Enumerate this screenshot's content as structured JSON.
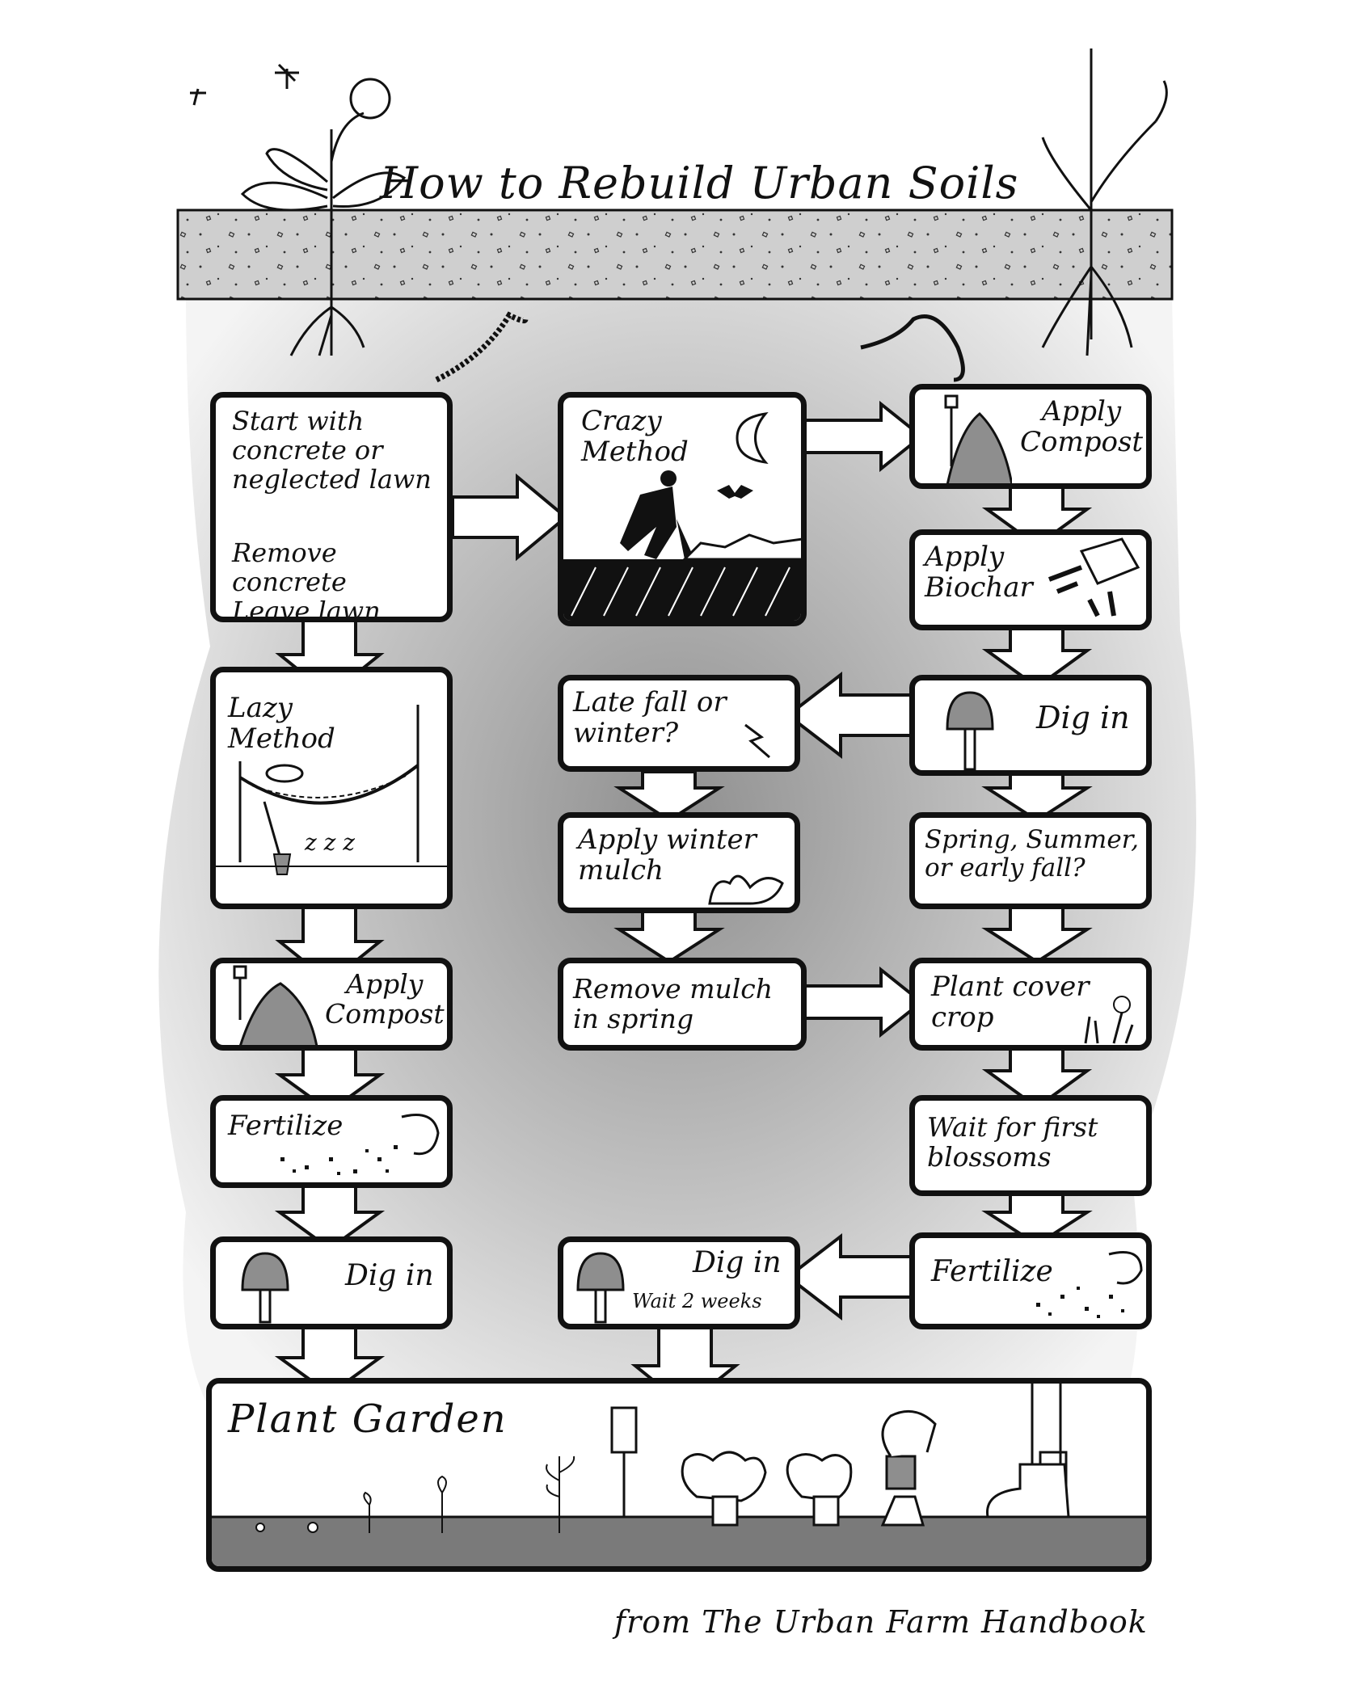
{
  "title": "How to Rebuild  Urban Soils",
  "credit": "from  The Urban Farm Handbook",
  "steps": {
    "start": "Start with\nconcrete or\nneglected lawn",
    "start_actions": "Remove concrete\nLeave lawn",
    "crazy": "Crazy\nMethod",
    "lazy": "Lazy\nMethod",
    "lazy_snore": "z z z",
    "apply_compost_right": "Apply\nCompost",
    "apply_biochar": "Apply\nBiochar",
    "dig_in_right": "Dig in",
    "late_fall": "Late fall or\nwinter?",
    "apply_winter_mulch": "Apply winter\nmulch",
    "remove_mulch": "Remove mulch\nin spring",
    "spring_summer": "Spring, Summer,\nor early fall?",
    "plant_cover_crop": "Plant cover\ncrop",
    "wait_blossoms": "Wait for first\nblossoms",
    "fertilize_right": "Fertilize",
    "dig_in_middle": "Dig in",
    "wait_two_weeks": "Wait 2 weeks",
    "apply_compost_left": "Apply\nCompost",
    "fertilize_left": "Fertilize",
    "dig_in_left": "Dig in",
    "plant_garden": "Plant Garden"
  },
  "icons": [
    "dandelion-plant-icon",
    "grass-plant-icon",
    "worm-icon",
    "moon-icon",
    "bat-icon",
    "digging-figure-icon",
    "hammock-icon",
    "shovel-icon",
    "compost-pile-icon",
    "biochar-bucket-icon",
    "lightning-icon",
    "leaf-icon",
    "cover-crop-icon",
    "fertilizer-hand-icon",
    "seedling-icon",
    "lettuce-icon",
    "boot-icon",
    "plant-marker-icon"
  ],
  "colors": {
    "ink": "#111111",
    "soil_gray": "#8e8e8e",
    "concrete_gray": "#cfcfcf",
    "background_haze": "#bdbdbd",
    "ground_dark": "#7a7a7a"
  }
}
